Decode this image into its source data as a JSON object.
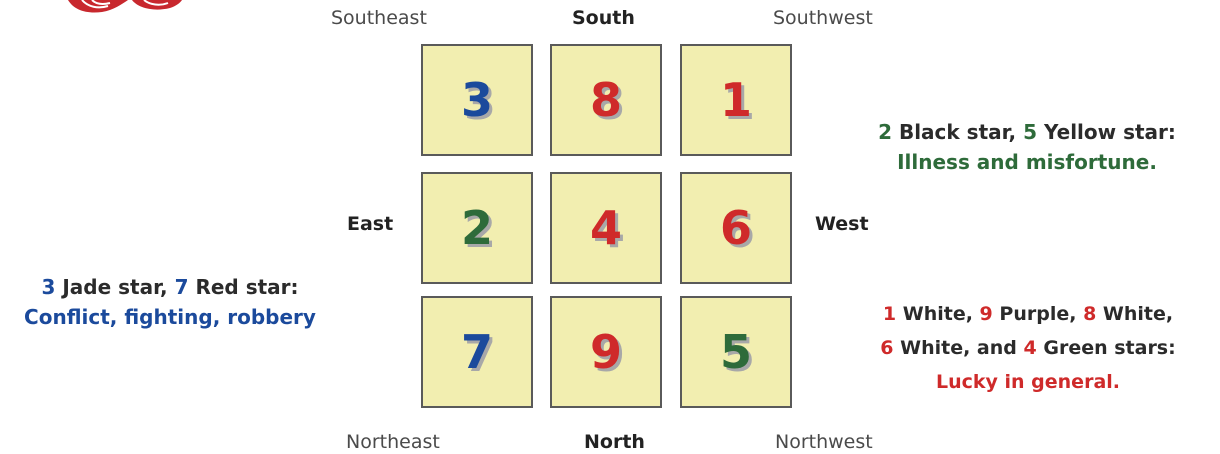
{
  "colors": {
    "blue": "#1b4a9c",
    "red": "#cf2a2a",
    "green": "#2e6b3a",
    "dark": "#2b2b2b",
    "cell_bg": "#f2eeb0"
  },
  "directions": {
    "southeast": "Southeast",
    "south": "South",
    "southwest": "Southwest",
    "east": "East",
    "west": "West",
    "northeast": "Northeast",
    "north": "North",
    "northwest": "Northwest"
  },
  "grid": [
    {
      "value": "3",
      "color": "blue"
    },
    {
      "value": "8",
      "color": "red"
    },
    {
      "value": "1",
      "color": "red"
    },
    {
      "value": "2",
      "color": "green"
    },
    {
      "value": "4",
      "color": "red"
    },
    {
      "value": "6",
      "color": "red"
    },
    {
      "value": "7",
      "color": "blue"
    },
    {
      "value": "9",
      "color": "red"
    },
    {
      "value": "5",
      "color": "green"
    }
  ],
  "legend_left": {
    "n1": "3",
    "t1": " Jade star, ",
    "n2": "7",
    "t2": " Red star:",
    "line2": "Conflict, fighting, robbery"
  },
  "legend_top_right": {
    "n1": "2",
    "t1": " Black star, ",
    "n2": "5",
    "t2": " Yellow star:",
    "line2": "Illness and misfortune."
  },
  "legend_bottom_right": {
    "n1": "1",
    "t1": " White, ",
    "n2": "9",
    "t2": " Purple, ",
    "n3": "8",
    "t3": " White,",
    "n4": "6",
    "t4": " White, and ",
    "n5": "4",
    "t5": " Green stars:",
    "line3": "Lucky in general."
  }
}
